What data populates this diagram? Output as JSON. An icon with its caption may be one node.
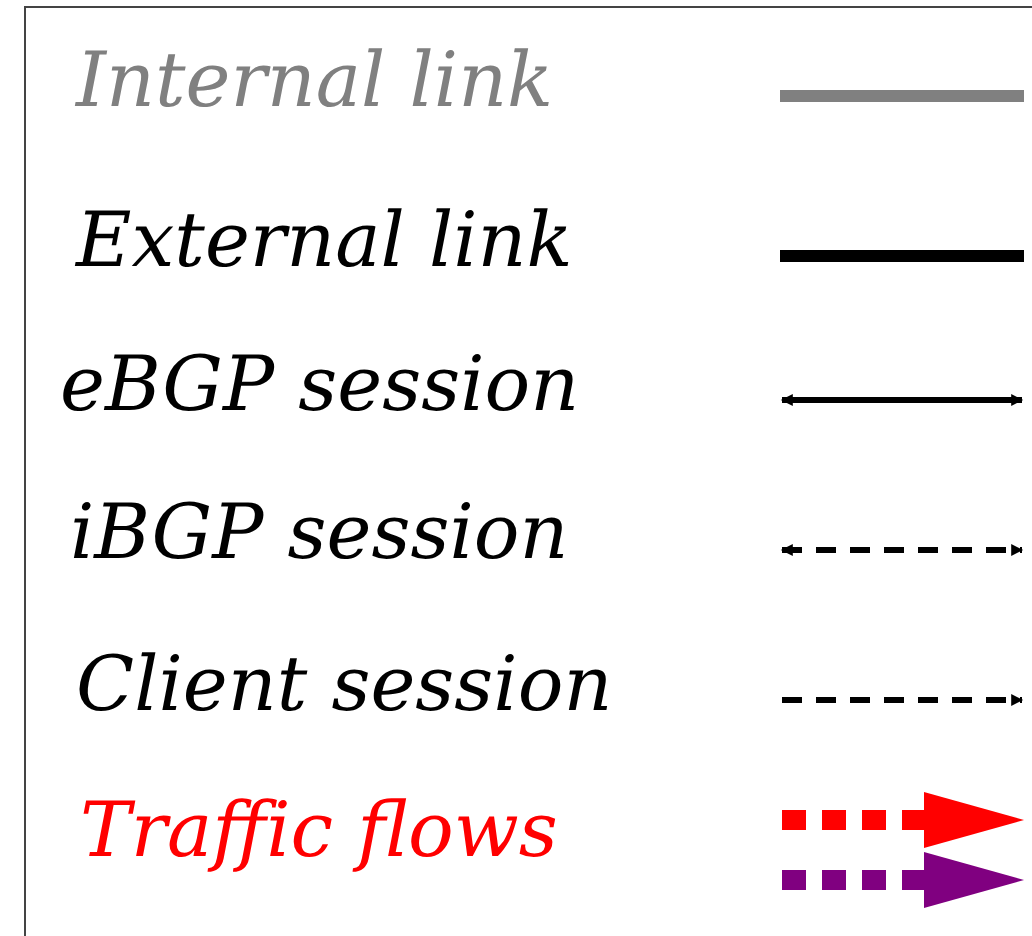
{
  "diagram": {
    "legend": [
      {
        "text": "Internal link"
      },
      {
        "text": "External link"
      },
      {
        "text": "eBGP session"
      },
      {
        "text": "iBGP session"
      },
      {
        "text": "Client session"
      },
      {
        "text": "Traffic flows"
      }
    ]
  }
}
